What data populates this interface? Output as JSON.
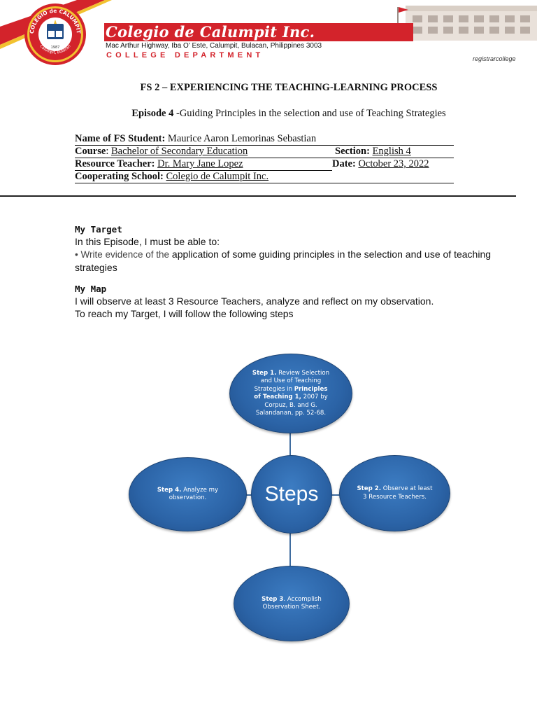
{
  "header": {
    "college_name": "Colegio de Calumpit Inc.",
    "address": "Mac Arthur Highway, Iba O' Este, Calumpit, Bulacan, Philippines 3003",
    "department": "COLLEGE DEPARTMENT",
    "registrar": "registrarcollege",
    "seal": {
      "top_text": "COLEGIO de CALUMPIT",
      "bottom_text": "Calumpit, Bulacan",
      "year": "1987"
    },
    "colors": {
      "brand_red": "#d3232b",
      "accent_yellow": "#f2c230"
    }
  },
  "document": {
    "title": "FS 2 – EXPERIENCING THE TEACHING-LEARNING PROCESS",
    "episode_label": "Episode 4",
    "episode_text": " -Guiding Principles in the selection and use of Teaching Strategies"
  },
  "info": {
    "student_label": "Name of FS Student: ",
    "student_value": "Maurice Aaron Lemorinas Sebastian",
    "course_label": "Course",
    "course_sep": ": ",
    "course_value": "Bachelor of Secondary Education",
    "section_label": "Section: ",
    "section_value": "English 4",
    "teacher_label": "Resource Teacher: ",
    "teacher_value": "Dr. Mary Jane Lopez",
    "date_label": "Date: ",
    "date_value": "October 23, 2022",
    "school_label": "Cooperating School: ",
    "school_value": "Colegio de Calumpit Inc."
  },
  "target": {
    "heading": "My Target",
    "intro": "In this Episode, I must be able to:",
    "bullet_prefix": "• Write evidence of the",
    "bullet_rest": " application of some guiding principles in the selection and use of teaching strategies"
  },
  "map": {
    "heading": "My Map",
    "line1": "I will observe at least 3 Resource Teachers, analyze and reflect on my observation.",
    "line2": "To reach my Target, I will follow the following steps"
  },
  "diagram": {
    "center": "Steps",
    "step1": {
      "label": "Step 1.",
      "text_a": " Review Selection and Use of Teaching Strategies in ",
      "bold": "Principles of Teaching 1,",
      "text_b": " 2007 by Corpuz, B. and G. Salandanan, pp. 52-68."
    },
    "step2": {
      "label": "Step 2.",
      "text": " Observe at least 3 Resource Teachers."
    },
    "step3": {
      "label": "Step 3",
      "text": ". Accomplish Observation Sheet."
    },
    "step4": {
      "label": "Step 4.",
      "text": " Analyze my observation."
    },
    "colors": {
      "fill": "#2b63a6",
      "connector": "#3f6c9f"
    }
  }
}
